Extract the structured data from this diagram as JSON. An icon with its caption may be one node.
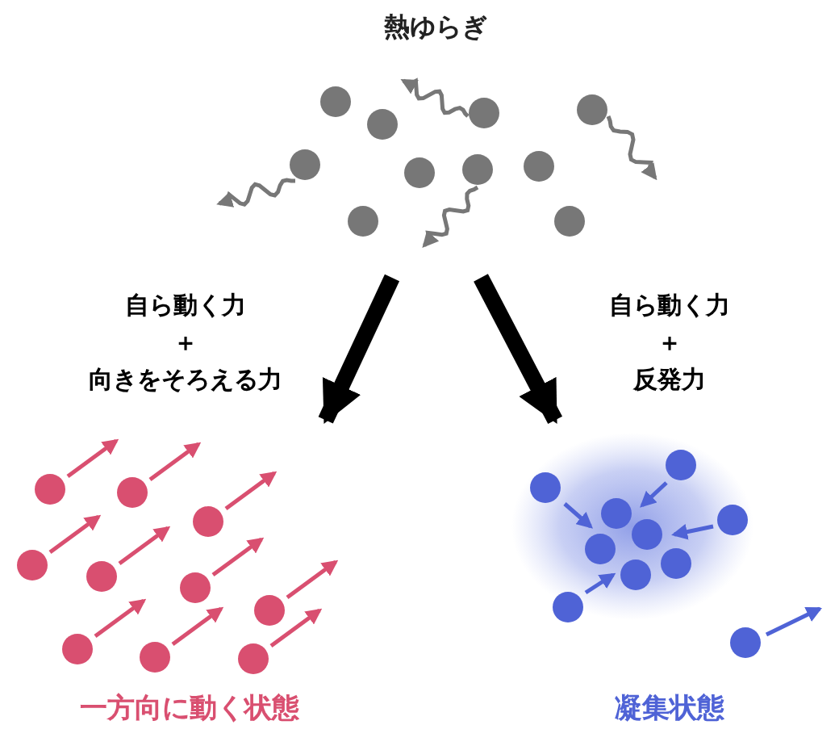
{
  "diagram": {
    "nodes": [
      {
        "text": [
          "熱ゆらぎ"
        ]
      },
      {
        "text": [
          "一方向に動く状態"
        ]
      },
      {
        "text": [
          "凝集状態"
        ]
      }
    ],
    "edges": [
      {
        "from": 0,
        "to": 1,
        "arrow": "to",
        "label": "自ら動く力＋向きをそろえる力"
      },
      {
        "from": 0,
        "to": 2,
        "arrow": "to",
        "label": "自ら動く力＋反発力"
      }
    ]
  }
}
